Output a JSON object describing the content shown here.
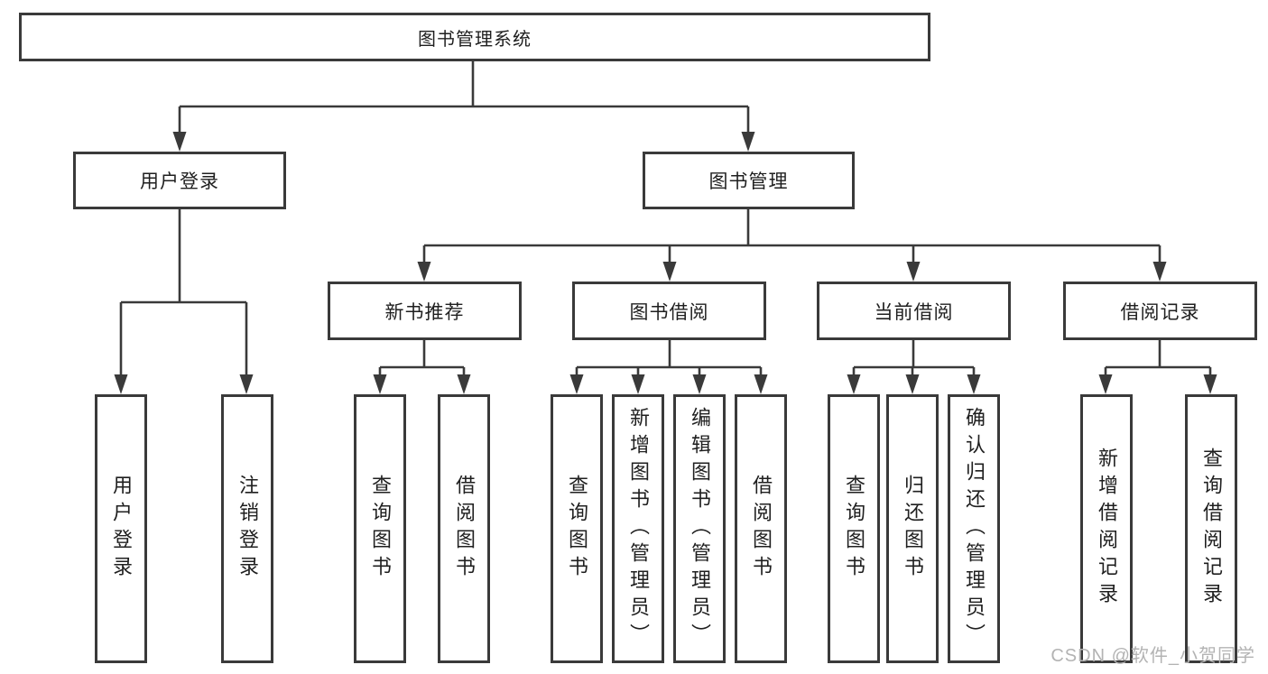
{
  "diagram": {
    "tree": {
      "root": {
        "label": "图书管理系统",
        "children": [
          {
            "label": "用户登录",
            "children": [
              {
                "label": "用户登录"
              },
              {
                "label": "注销登录"
              }
            ]
          },
          {
            "label": "图书管理",
            "children": [
              {
                "label": "新书推荐",
                "children": [
                  {
                    "label": "查询图书"
                  },
                  {
                    "label": "借阅图书"
                  }
                ]
              },
              {
                "label": "图书借阅",
                "children": [
                  {
                    "label": "查询图书"
                  },
                  {
                    "label": "新增图书（管理员）"
                  },
                  {
                    "label": "编辑图书（管理员）"
                  },
                  {
                    "label": "借阅图书"
                  }
                ]
              },
              {
                "label": "当前借阅",
                "children": [
                  {
                    "label": "查询图书"
                  },
                  {
                    "label": "归还图书"
                  },
                  {
                    "label": "确认归还（管理员）"
                  }
                ]
              },
              {
                "label": "借阅记录",
                "children": [
                  {
                    "label": "新增借阅记录"
                  },
                  {
                    "label": "查询借阅记录"
                  }
                ]
              }
            ]
          }
        ]
      }
    },
    "colors": {
      "line": "#3a3a3a",
      "text": "#1f1f1f",
      "watermark": "#b3b3b3",
      "background": "#ffffff"
    }
  },
  "watermark": {
    "text": "CSDN @软件_小贺同学"
  }
}
